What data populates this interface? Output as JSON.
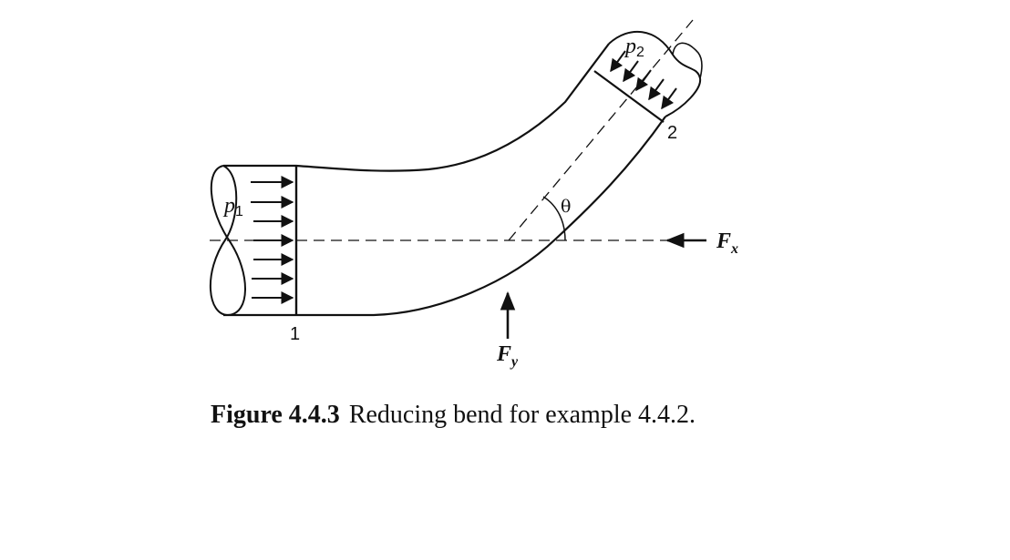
{
  "figure": {
    "labels": {
      "p1_letter": "p",
      "p1_sub": "1",
      "p2_letter": "p",
      "p2_sub": "2",
      "section1": "1",
      "section2": "2",
      "theta": "θ",
      "fx_letter": "F",
      "fx_sub": "x",
      "fy_letter": "F",
      "fy_sub": "y"
    }
  },
  "caption": {
    "number": "Figure 4.4.3",
    "text": "Reducing bend for example 4.4.2."
  }
}
